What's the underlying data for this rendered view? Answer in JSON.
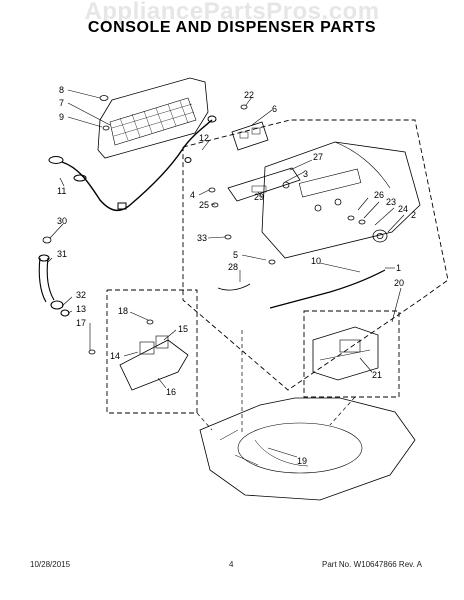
{
  "header": {
    "watermark": "AppliancePartsPros.com",
    "title": "CONSOLE AND DISPENSER PARTS"
  },
  "callouts": [
    "1",
    "2",
    "3",
    "4",
    "5",
    "6",
    "7",
    "8",
    "9",
    "10",
    "11",
    "12",
    "13",
    "14",
    "15",
    "16",
    "17",
    "18",
    "19",
    "20",
    "21",
    "22",
    "23",
    "24",
    "25",
    "26",
    "27",
    "28",
    "29",
    "30",
    "31",
    "32",
    "33"
  ],
  "footer": {
    "date": "10/28/2015",
    "page": "4",
    "part_no": "Part No. W10647866  Rev. A"
  },
  "colors": {
    "ink": "#000000",
    "watermark": "#e6e6e6"
  }
}
